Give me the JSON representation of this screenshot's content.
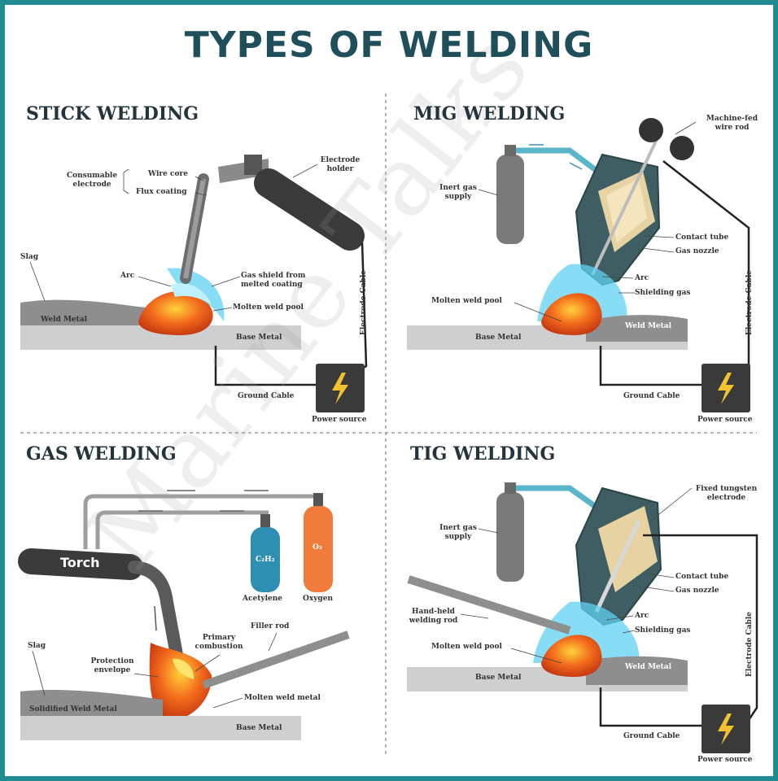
{
  "title": "TYPES OF WELDING",
  "watermark": "Marine Talks",
  "stick": {
    "title": "STICK WELDING",
    "consumable_electrode": "Consumable electrode",
    "wire_core": "Wire core",
    "flux_coating": "Flux coating",
    "electrode_holder": "Electrode holder",
    "slag": "Slag",
    "arc": "Arc",
    "gas_shield": "Gas shield from melted coating",
    "molten_pool": "Molten weld pool",
    "weld_metal": "Weld Metal",
    "base_metal": "Base Metal",
    "electrode_cable": "Electrode Cable",
    "ground_cable": "Ground Cable",
    "power_source": "Power source"
  },
  "mig": {
    "title": "MIG WELDING",
    "wire_rod": "Machine-fed wire rod",
    "inert_gas": "Inert gas supply",
    "contact_tube": "Contact tube",
    "gas_nozzle": "Gas nozzle",
    "arc": "Arc",
    "shielding_gas": "Shielding gas",
    "molten_pool": "Molten weld pool",
    "weld_metal": "Weld Metal",
    "base_metal": "Base Metal",
    "electrode_cable": "Electrode Cable",
    "ground_cable": "Ground Cable",
    "power_source": "Power source"
  },
  "gas": {
    "title": "GAS WELDING",
    "torch": "Torch",
    "acetylene_formula": "C₂H₂",
    "oxygen_formula": "O₂",
    "acetylene": "Acetylene",
    "oxygen": "Oxygen",
    "filler_rod": "Filler rod",
    "primary_combustion": "Primary combustion",
    "slag": "Slag",
    "protection_envelope": "Protection envelope",
    "solidified": "Solidified Weld Metal",
    "molten_metal": "Molten weld metal",
    "base_metal": "Base Metal"
  },
  "tig": {
    "title": "TIG WELDING",
    "tungsten": "Fixed tungsten electrode",
    "inert_gas": "Inert gas supply",
    "contact_tube": "Contact tube",
    "gas_nozzle": "Gas nozzle",
    "hand_rod": "Hand-held welding rod",
    "arc": "Arc",
    "shielding_gas": "Shielding gas",
    "molten_pool": "Molten weld pool",
    "weld_metal": "Weld Metal",
    "base_metal": "Base Metal",
    "electrode_cable": "Electrode Cable",
    "ground_cable": "Ground Cable",
    "power_source": "Power source"
  },
  "colors": {
    "border": "#1f8a8f",
    "title": "#1f4f5a",
    "metal": "#c9c9c9",
    "molten": "#f26a1b",
    "gas": "#38c2e8",
    "cable": "#222222"
  }
}
